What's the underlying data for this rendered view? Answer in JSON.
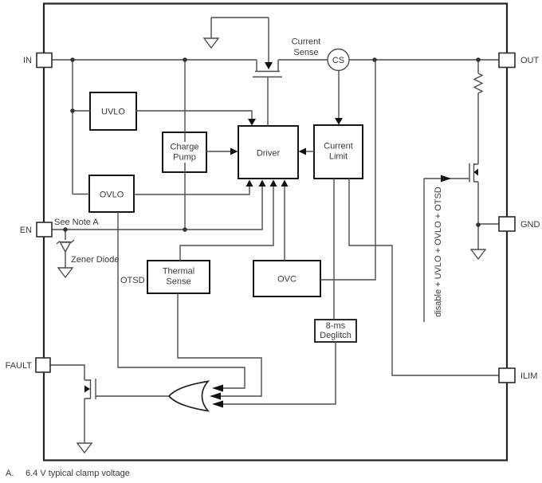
{
  "pins": {
    "in": "IN",
    "en": "EN",
    "fault": "FAULT",
    "out": "OUT",
    "gnd": "GND",
    "ilim": "ILIM"
  },
  "blocks": {
    "uvlo": "UVLO",
    "charge_pump": {
      "line1": "Charge",
      "line2": "Pump"
    },
    "ovlo": "OVLO",
    "driver": "Driver",
    "current_limit": {
      "line1": "Current",
      "line2": "Limit"
    },
    "thermal_sense": {
      "line1": "Thermal",
      "line2": "Sense"
    },
    "ovc": "OVC",
    "deglitch": {
      "line1": "8-ms",
      "line2": "Deglitch"
    }
  },
  "labels": {
    "current_sense": {
      "line1": "Current",
      "line2": "Sense"
    },
    "cs_bubble": "CS",
    "see_note": "See Note A",
    "zener_diode": "Zener Diode",
    "otsd": "OTSD",
    "gate_signal": "disable + UVLO + OVLO + OTSD"
  },
  "note": {
    "prefix": "A.",
    "text": "6.4 V typical clamp voltage"
  },
  "colors": {
    "wire": "#4d4d4d",
    "box_border": "#161616",
    "text": "#3a3a3a",
    "background": "#ffffff",
    "arrow": "#111111"
  }
}
